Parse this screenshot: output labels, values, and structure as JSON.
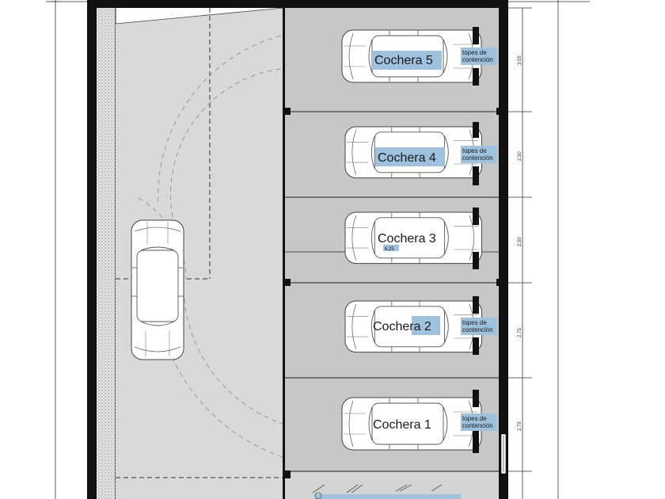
{
  "plan": {
    "bays": [
      {
        "label": "Cochera 5",
        "highlight": true,
        "tope_label_1": "topes de",
        "tope_label_2": "contención",
        "dimension": "3.05"
      },
      {
        "label": "Cochera 4",
        "highlight": true,
        "tope_label_1": "topes de",
        "tope_label_2": "contención",
        "dimension": "2.50"
      },
      {
        "label": "Cochera 3",
        "highlight": false,
        "tope_label_1": "",
        "tope_label_2": "",
        "dimension": "2.50"
      },
      {
        "label": "Cochera 2",
        "highlight": true,
        "tope_label_1": "topes de",
        "tope_label_2": "contención",
        "dimension": "2.75"
      },
      {
        "label": "Cochera 1",
        "highlight": false,
        "tope_label_1": "topes de",
        "tope_label_2": "contención",
        "dimension": "2.75"
      }
    ],
    "small_note": "6,25",
    "colors": {
      "bay_fill": "#c7c7c7",
      "ramp_fill": "#d9d9d9",
      "highlight": "#9ec1dd",
      "wall": "#111111"
    }
  }
}
